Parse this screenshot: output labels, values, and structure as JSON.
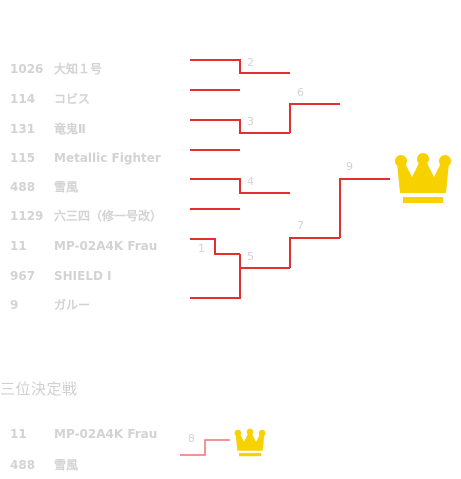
{
  "colors": {
    "line": "#e03030",
    "line_third": "#f07070",
    "text": "#d3d3d3",
    "crown": "#f7d100"
  },
  "tournament": {
    "entries": [
      {
        "num": "1026",
        "name": "大知１号"
      },
      {
        "num": "114",
        "name": "コビス"
      },
      {
        "num": "131",
        "name": "竜鬼Ⅱ"
      },
      {
        "num": "115",
        "name": "Metallic Fighter"
      },
      {
        "num": "488",
        "name": "雪風"
      },
      {
        "num": "1129",
        "name": "六三四（修一号改）"
      },
      {
        "num": "11",
        "name": "MP-02A4K Frau"
      },
      {
        "num": "967",
        "name": "SHIELD Ⅰ"
      },
      {
        "num": "9",
        "name": "ガルー"
      }
    ],
    "match_numbers": [
      "1",
      "2",
      "3",
      "4",
      "5",
      "6",
      "7",
      "9"
    ],
    "champion_icon": "crown-icon"
  },
  "third_place": {
    "title": "三位決定戦",
    "entries": [
      {
        "num": "11",
        "name": "MP-02A4K Frau"
      },
      {
        "num": "488",
        "name": "雪風"
      }
    ],
    "match_number": "8",
    "winner_icon": "crown-icon"
  }
}
